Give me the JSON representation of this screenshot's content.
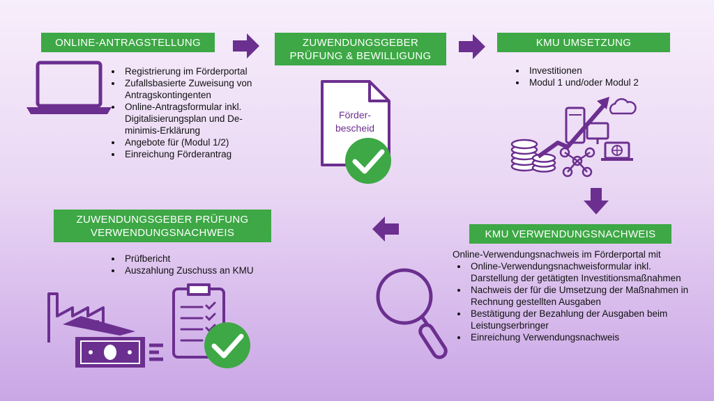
{
  "colors": {
    "green": "#3da845",
    "purple": "#6b2f8f",
    "check_green": "#3da845"
  },
  "step1": {
    "title": "ONLINE-ANTRAGSTELLUNG",
    "bullets": [
      "Registrierung im Förderportal",
      "Zufallsbasierte Zuweisung von Antragskontingenten",
      "Online-Antragsformular inkl. Digitalisierungsplan und De-minimis-Erklärung",
      "Angebote für (Modul 1/2)",
      "Einreichung Förderantrag"
    ],
    "icon": "laptop-icon"
  },
  "step2": {
    "title_line1": "ZUWENDUNGSGEBER",
    "title_line2": "PRÜFUNG  & BEWILLIGUNG",
    "doc_line1": "Förder-",
    "doc_line2": "bescheid",
    "icon": "document-check-icon"
  },
  "step3": {
    "title": "KMU UMSETZUNG",
    "bullets": [
      "Investitionen",
      "Modul 1 und/oder Modul 2"
    ],
    "icon": "digital-investment-icon"
  },
  "step4": {
    "title": "KMU VERWENDUNGSNACHWEIS",
    "lead": "Online-Verwendungsnachweis im Förderportal mit",
    "bullets": [
      "Online-Verwendungsnachweisformular inkl. Darstellung der getätigten Investitionsmaßnahmen",
      "Nachweis der für die Umsetzung der Maßnahmen in Rechnung gestellten Ausgaben",
      "Bestätigung der Bezahlung der Ausgaben beim Leistungserbringer",
      "Einreichung Verwendungsnachweis"
    ],
    "icon": "magnifier-icon"
  },
  "step5": {
    "title_line1": "ZUWENDUNGSGEBER  PRÜFUNG",
    "title_line2": "VERWENDUNGSNACHWEIS",
    "bullets": [
      "Prüfbericht",
      "Auszahlung Zuschuss an KMU"
    ],
    "icon": "factory-money-checklist-icon"
  }
}
